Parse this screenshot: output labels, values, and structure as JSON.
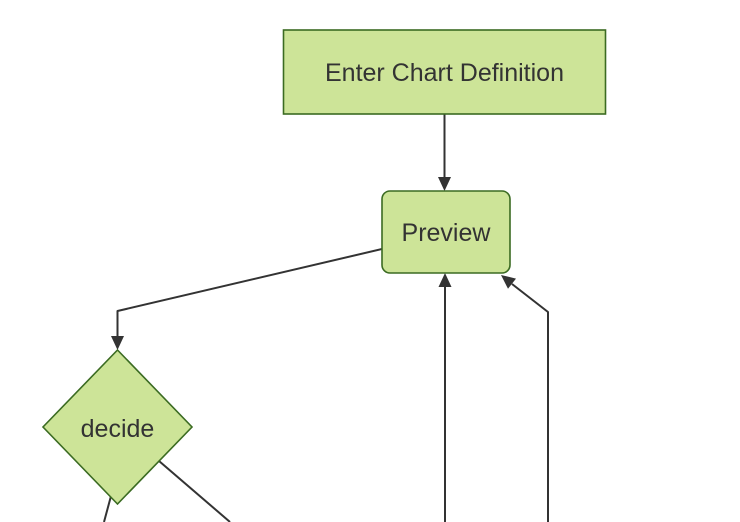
{
  "diagram": {
    "type": "flowchart",
    "direction": "top-down",
    "colors": {
      "background": "#ffffff",
      "node_fill": "#cde498",
      "node_border": "#3b6b22",
      "edge": "#333333",
      "text": "#333333"
    },
    "nodes": [
      {
        "id": "A",
        "shape": "rectangle",
        "label": "Enter Chart Definition"
      },
      {
        "id": "B",
        "shape": "rounded-rectangle",
        "label": "Preview"
      },
      {
        "id": "C",
        "shape": "diamond",
        "label": "decide"
      }
    ],
    "edges": [
      {
        "from": "A",
        "to": "B",
        "arrow": true,
        "description": "Enter Chart Definition down to Preview"
      },
      {
        "from": "B",
        "to": "C",
        "arrow": true,
        "description": "Preview left side down to decide diamond"
      },
      {
        "from": "C",
        "to": "offscreen-bottom-left",
        "arrow": false,
        "description": "decide toward node cut off at bottom"
      },
      {
        "from": "C",
        "to": "offscreen-bottom-right",
        "arrow": false,
        "description": "decide toward node cut off at bottom"
      },
      {
        "from": "offscreen-bottom-center",
        "to": "B",
        "arrow": true,
        "description": "return edge up into Preview bottom"
      },
      {
        "from": "offscreen-bottom-right",
        "to": "B",
        "arrow": true,
        "description": "return edge up into Preview bottom-right corner"
      }
    ]
  }
}
